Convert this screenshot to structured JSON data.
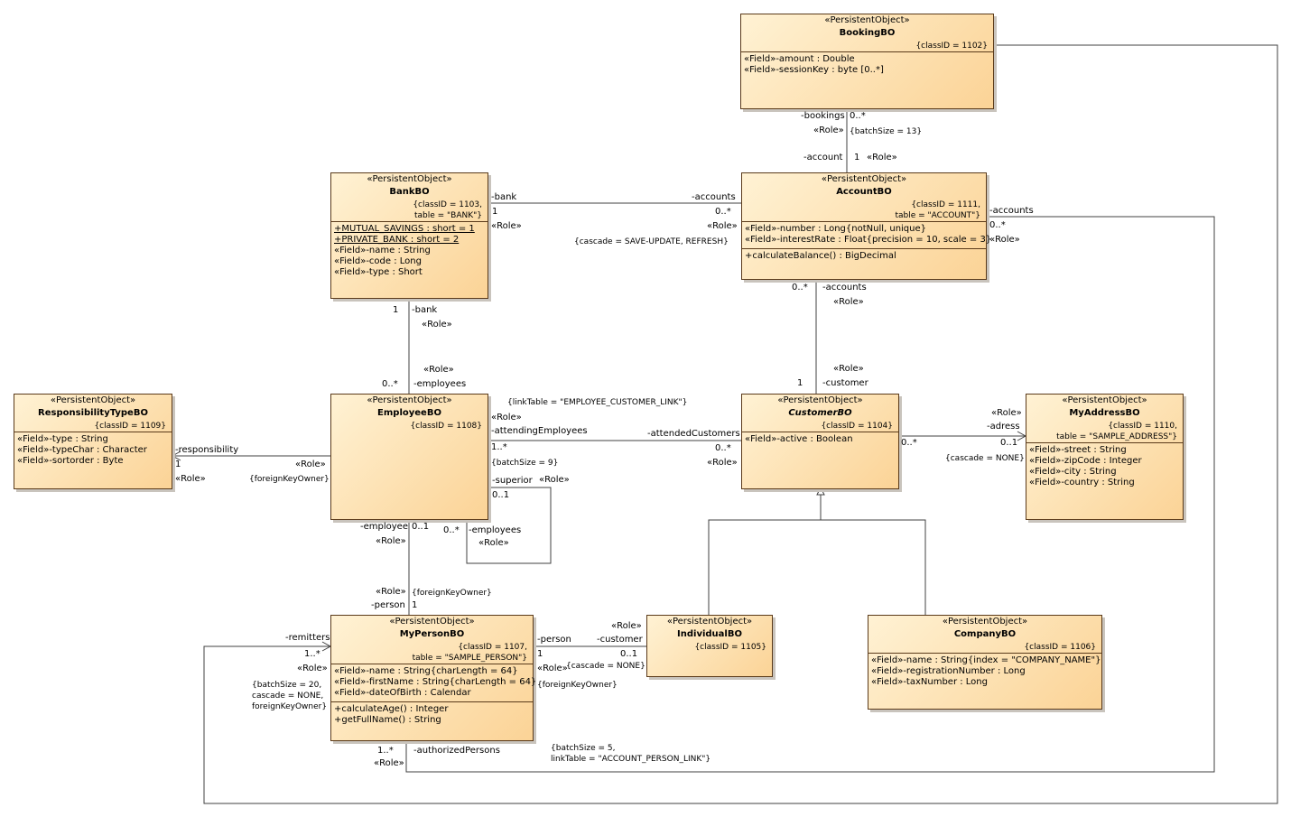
{
  "classes": {
    "booking": {
      "stereotype": "«PersistentObject»",
      "name": "BookingBO",
      "tag": "{classID = 1102}",
      "fields": [
        "«Field»-amount : Double",
        "«Field»-sessionKey : byte [0..*]"
      ]
    },
    "bank": {
      "stereotype": "«PersistentObject»",
      "name": "BankBO",
      "tag": "{classID = 1103,\ntable = \"BANK\"}",
      "static_fields": [
        "+MUTUAL_SAVINGS : short = 1",
        "+PRIVATE_BANK : short = 2"
      ],
      "fields": [
        "«Field»-name : String",
        "«Field»-code : Long",
        "«Field»-type : Short"
      ]
    },
    "account": {
      "stereotype": "«PersistentObject»",
      "name": "AccountBO",
      "tag": "{classID = 1111,\ntable = \"ACCOUNT\"}",
      "fields": [
        "«Field»-number : Long{notNull, unique}",
        "«Field»-interestRate : Float{precision = 10, scale = 3}"
      ],
      "methods": [
        "+calculateBalance() : BigDecimal"
      ]
    },
    "responsibility": {
      "stereotype": "«PersistentObject»",
      "name": "ResponsibilityTypeBO",
      "tag": "{classID = 1109}",
      "fields": [
        "«Field»-type : String",
        "«Field»-typeChar : Character",
        "«Field»-sortorder : Byte"
      ]
    },
    "employee": {
      "stereotype": "«PersistentObject»",
      "name": "EmployeeBO",
      "tag": "{classID = 1108}"
    },
    "customer": {
      "stereotype": "«PersistentObject»",
      "name": "CustomerBO",
      "tag": "{classID = 1104}",
      "fields": [
        "«Field»-active : Boolean"
      ]
    },
    "address": {
      "stereotype": "«PersistentObject»",
      "name": "MyAddressBO",
      "tag": "{classID = 1110,\ntable = \"SAMPLE_ADDRESS\"}",
      "fields": [
        "«Field»-street : String",
        "«Field»-zipCode : Integer",
        "«Field»-city : String",
        "«Field»-country : String"
      ]
    },
    "person": {
      "stereotype": "«PersistentObject»",
      "name": "MyPersonBO",
      "tag": "{classID = 1107,\ntable = \"SAMPLE_PERSON\"}",
      "fields": [
        "«Field»-name : String{charLength = 64}",
        "«Field»-firstName : String{charLength = 64}",
        "«Field»-dateOfBirth : Calendar"
      ],
      "methods": [
        "+calculateAge() : Integer",
        "+getFullName() : String"
      ]
    },
    "individual": {
      "stereotype": "«PersistentObject»",
      "name": "IndividualBO",
      "tag": "{classID = 1105}"
    },
    "company": {
      "stereotype": "«PersistentObject»",
      "name": "CompanyBO",
      "tag": "{classID = 1106}",
      "fields": [
        "«Field»-name : String{index = \"COMPANY_NAME\"}",
        "«Field»-registrationNumber : Long",
        "«Field»-taxNumber : Long"
      ]
    }
  },
  "labels": [
    {
      "id": "bookings-role",
      "text": "-bookings"
    },
    {
      "id": "bookings-mult",
      "text": "0..*"
    },
    {
      "id": "bookings-stereo",
      "text": "«Role»"
    },
    {
      "id": "bookings-batch",
      "text": "{batchSize = 13}"
    },
    {
      "id": "booking-account-role",
      "text": "-account"
    },
    {
      "id": "booking-account-mult",
      "text": "1"
    },
    {
      "id": "booking-account-stereo",
      "text": "«Role»"
    },
    {
      "id": "bank-end-role",
      "text": "-bank"
    },
    {
      "id": "bank-end-mult",
      "text": "1"
    },
    {
      "id": "bank-end-stereo",
      "text": "«Role»"
    },
    {
      "id": "bank-accounts-role",
      "text": "-accounts"
    },
    {
      "id": "bank-accounts-mult",
      "text": "0..*"
    },
    {
      "id": "bank-accounts-stereo",
      "text": "«Role»"
    },
    {
      "id": "bank-accounts-cascade",
      "text": "{cascade = SAVE-UPDATE, REFRESH}"
    },
    {
      "id": "right-accounts-role",
      "text": "-accounts"
    },
    {
      "id": "right-accounts-mult",
      "text": "0..*"
    },
    {
      "id": "right-accounts-stereo",
      "text": "«Role»"
    },
    {
      "id": "cust-accounts-mult",
      "text": "0..*"
    },
    {
      "id": "cust-accounts-role",
      "text": "-accounts"
    },
    {
      "id": "cust-accounts-stereo",
      "text": "«Role»"
    },
    {
      "id": "cust-customer-stereo",
      "text": "«Role»"
    },
    {
      "id": "cust-customer-mult",
      "text": "1"
    },
    {
      "id": "cust-customer-role",
      "text": "-customer"
    },
    {
      "id": "emp-bank-mult",
      "text": "1"
    },
    {
      "id": "emp-bank-role",
      "text": "-bank"
    },
    {
      "id": "emp-bank-stereo",
      "text": "«Role»"
    },
    {
      "id": "emp-employees-stereo",
      "text": "«Role»"
    },
    {
      "id": "emp-employees-mult",
      "text": "0..*"
    },
    {
      "id": "emp-employees-role",
      "text": "-employees"
    },
    {
      "id": "link-table",
      "text": "{linkTable = \"EMPLOYEE_CUSTOMER_LINK\"}"
    },
    {
      "id": "attending-stereo",
      "text": "«Role»"
    },
    {
      "id": "attending-role",
      "text": "-attendingEmployees"
    },
    {
      "id": "attending-mult",
      "text": "1..*"
    },
    {
      "id": "attending-batch",
      "text": "{batchSize = 9}"
    },
    {
      "id": "attended-role",
      "text": "-attendedCustomers"
    },
    {
      "id": "attended-mult",
      "text": "0..*"
    },
    {
      "id": "attended-stereo",
      "text": "«Role»"
    },
    {
      "id": "superior-role",
      "text": "-superior"
    },
    {
      "id": "superior-stereo",
      "text": "«Role»"
    },
    {
      "id": "superior-mult",
      "text": "0..1"
    },
    {
      "id": "self-mult",
      "text": "0..*"
    },
    {
      "id": "self-role",
      "text": "-employees"
    },
    {
      "id": "self-stereo",
      "text": "«Role»"
    },
    {
      "id": "resp-role",
      "text": "-responsibility"
    },
    {
      "id": "resp-mult",
      "text": "1"
    },
    {
      "id": "resp-stereo",
      "text": "«Role»"
    },
    {
      "id": "resp-emp-stereo",
      "text": "«Role»"
    },
    {
      "id": "resp-fko",
      "text": "{foreignKeyOwner}"
    },
    {
      "id": "adress-stereo",
      "text": "«Role»"
    },
    {
      "id": "adress-role",
      "text": "-adress"
    },
    {
      "id": "adress-mult",
      "text": "0..1"
    },
    {
      "id": "adress-cascade",
      "text": "{cascade = NONE}"
    },
    {
      "id": "cust-addr-mult",
      "text": "0..*"
    },
    {
      "id": "ep-employee-role",
      "text": "-employee"
    },
    {
      "id": "ep-employee-stereo",
      "text": "«Role»"
    },
    {
      "id": "ep-employee-mult",
      "text": "0..1"
    },
    {
      "id": "ep-person-stereo",
      "text": "«Role»"
    },
    {
      "id": "ep-person-role",
      "text": "-person"
    },
    {
      "id": "ep-fko",
      "text": "{foreignKeyOwner}"
    },
    {
      "id": "ep-person-mult",
      "text": "1"
    },
    {
      "id": "remitters-role",
      "text": "-remitters"
    },
    {
      "id": "remitters-mult",
      "text": "1..*"
    },
    {
      "id": "remitters-stereo",
      "text": "«Role»"
    },
    {
      "id": "remitters-batch",
      "text": "{batchSize = 20,\ncascade = NONE,\nforeignKeyOwner}"
    },
    {
      "id": "ip-person-role",
      "text": "-person"
    },
    {
      "id": "ip-person-mult",
      "text": "1"
    },
    {
      "id": "ip-person-stereo",
      "text": "«Role»"
    },
    {
      "id": "ip-person-fko",
      "text": "{foreignKeyOwner}"
    },
    {
      "id": "ip-customer-stereo",
      "text": "«Role»"
    },
    {
      "id": "ip-customer-role",
      "text": "-customer"
    },
    {
      "id": "ip-customer-mult",
      "text": "0..1"
    },
    {
      "id": "ip-cascade",
      "text": "{cascade = NONE}"
    },
    {
      "id": "auth-mult",
      "text": "1..*"
    },
    {
      "id": "auth-role",
      "text": "-authorizedPersons"
    },
    {
      "id": "auth-stereo",
      "text": "«Role»"
    },
    {
      "id": "auth-batch",
      "text": "{batchSize = 5,\nlinkTable = \"ACCOUNT_PERSON_LINK\"}"
    }
  ]
}
